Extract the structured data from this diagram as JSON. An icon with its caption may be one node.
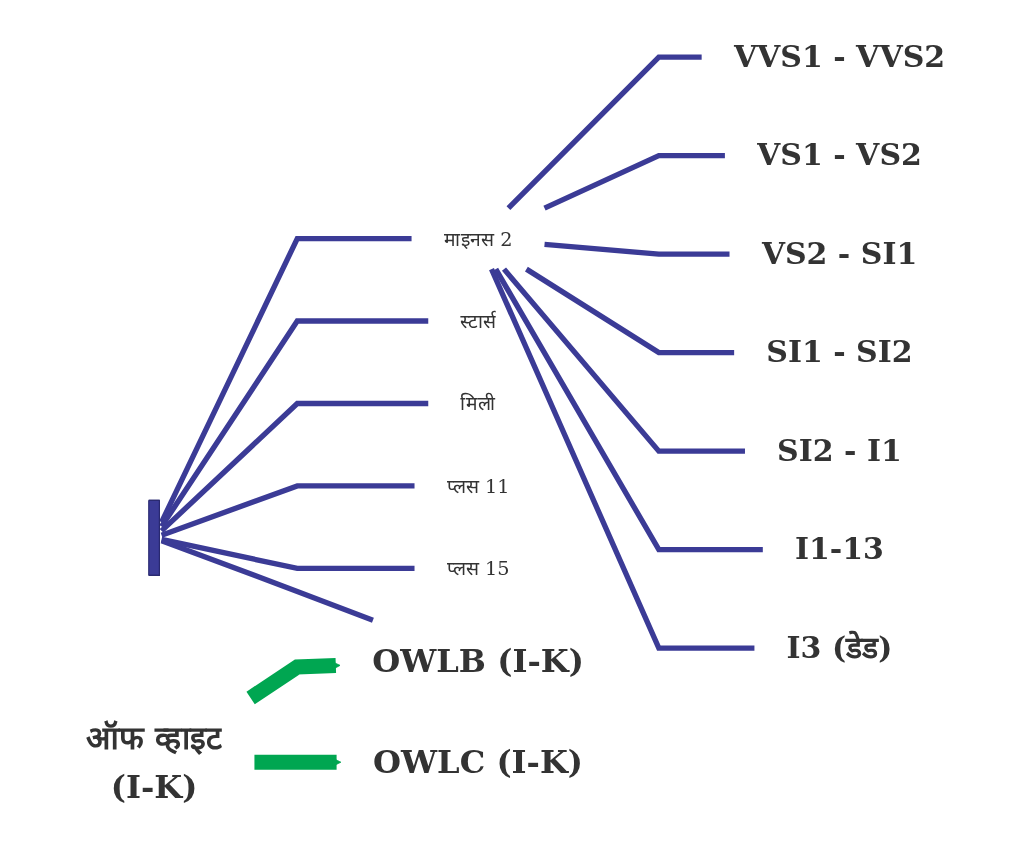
{
  "diagram": {
    "nodes": [
      {
        "text": [
          "ऑफ व्हाइट",
          "(I-K)"
        ]
      },
      {
        "text": [
          "OWLB (I-K)"
        ]
      },
      {
        "text": [
          "OWLC (I-K)"
        ]
      },
      {
        "text": [],
        "shape": "bar"
      },
      {
        "text": [
          "माइनस 2"
        ]
      },
      {
        "text": [
          "स्टार्स"
        ]
      },
      {
        "text": [
          "मिली"
        ]
      },
      {
        "text": [
          "प्लस 11"
        ]
      },
      {
        "text": [
          "प्लस 15"
        ]
      },
      {
        "text": [
          "VVS1 - VVS2"
        ]
      },
      {
        "text": [
          "VS1 - VS2"
        ]
      },
      {
        "text": [
          "VS2 - SI1"
        ]
      },
      {
        "text": [
          "SI1 - SI2"
        ]
      },
      {
        "text": [
          "SI2 - I1"
        ]
      },
      {
        "text": [
          "I1-13"
        ]
      },
      {
        "text": [
          "I3 (डेड)"
        ]
      }
    ],
    "edges": [
      {
        "from": 0,
        "to": 1,
        "arrow": "to",
        "style": "thick",
        "color": "#00a651"
      },
      {
        "from": 0,
        "to": 2,
        "arrow": "to",
        "style": "thick",
        "color": "#00a651"
      },
      {
        "from": 3,
        "to": 1,
        "arrow": "none"
      },
      {
        "from": 3,
        "to": 4,
        "arrow": "none"
      },
      {
        "from": 3,
        "to": 5,
        "arrow": "none"
      },
      {
        "from": 3,
        "to": 6,
        "arrow": "none"
      },
      {
        "from": 3,
        "to": 7,
        "arrow": "none"
      },
      {
        "from": 3,
        "to": 8,
        "arrow": "none"
      },
      {
        "from": 4,
        "to": 9,
        "arrow": "none"
      },
      {
        "from": 4,
        "to": 10,
        "arrow": "none"
      },
      {
        "from": 4,
        "to": 11,
        "arrow": "none"
      },
      {
        "from": 4,
        "to": 12,
        "arrow": "none"
      },
      {
        "from": 4,
        "to": 13,
        "arrow": "none"
      },
      {
        "from": 4,
        "to": 14,
        "arrow": "none"
      },
      {
        "from": 4,
        "to": 15,
        "arrow": "none"
      }
    ]
  }
}
